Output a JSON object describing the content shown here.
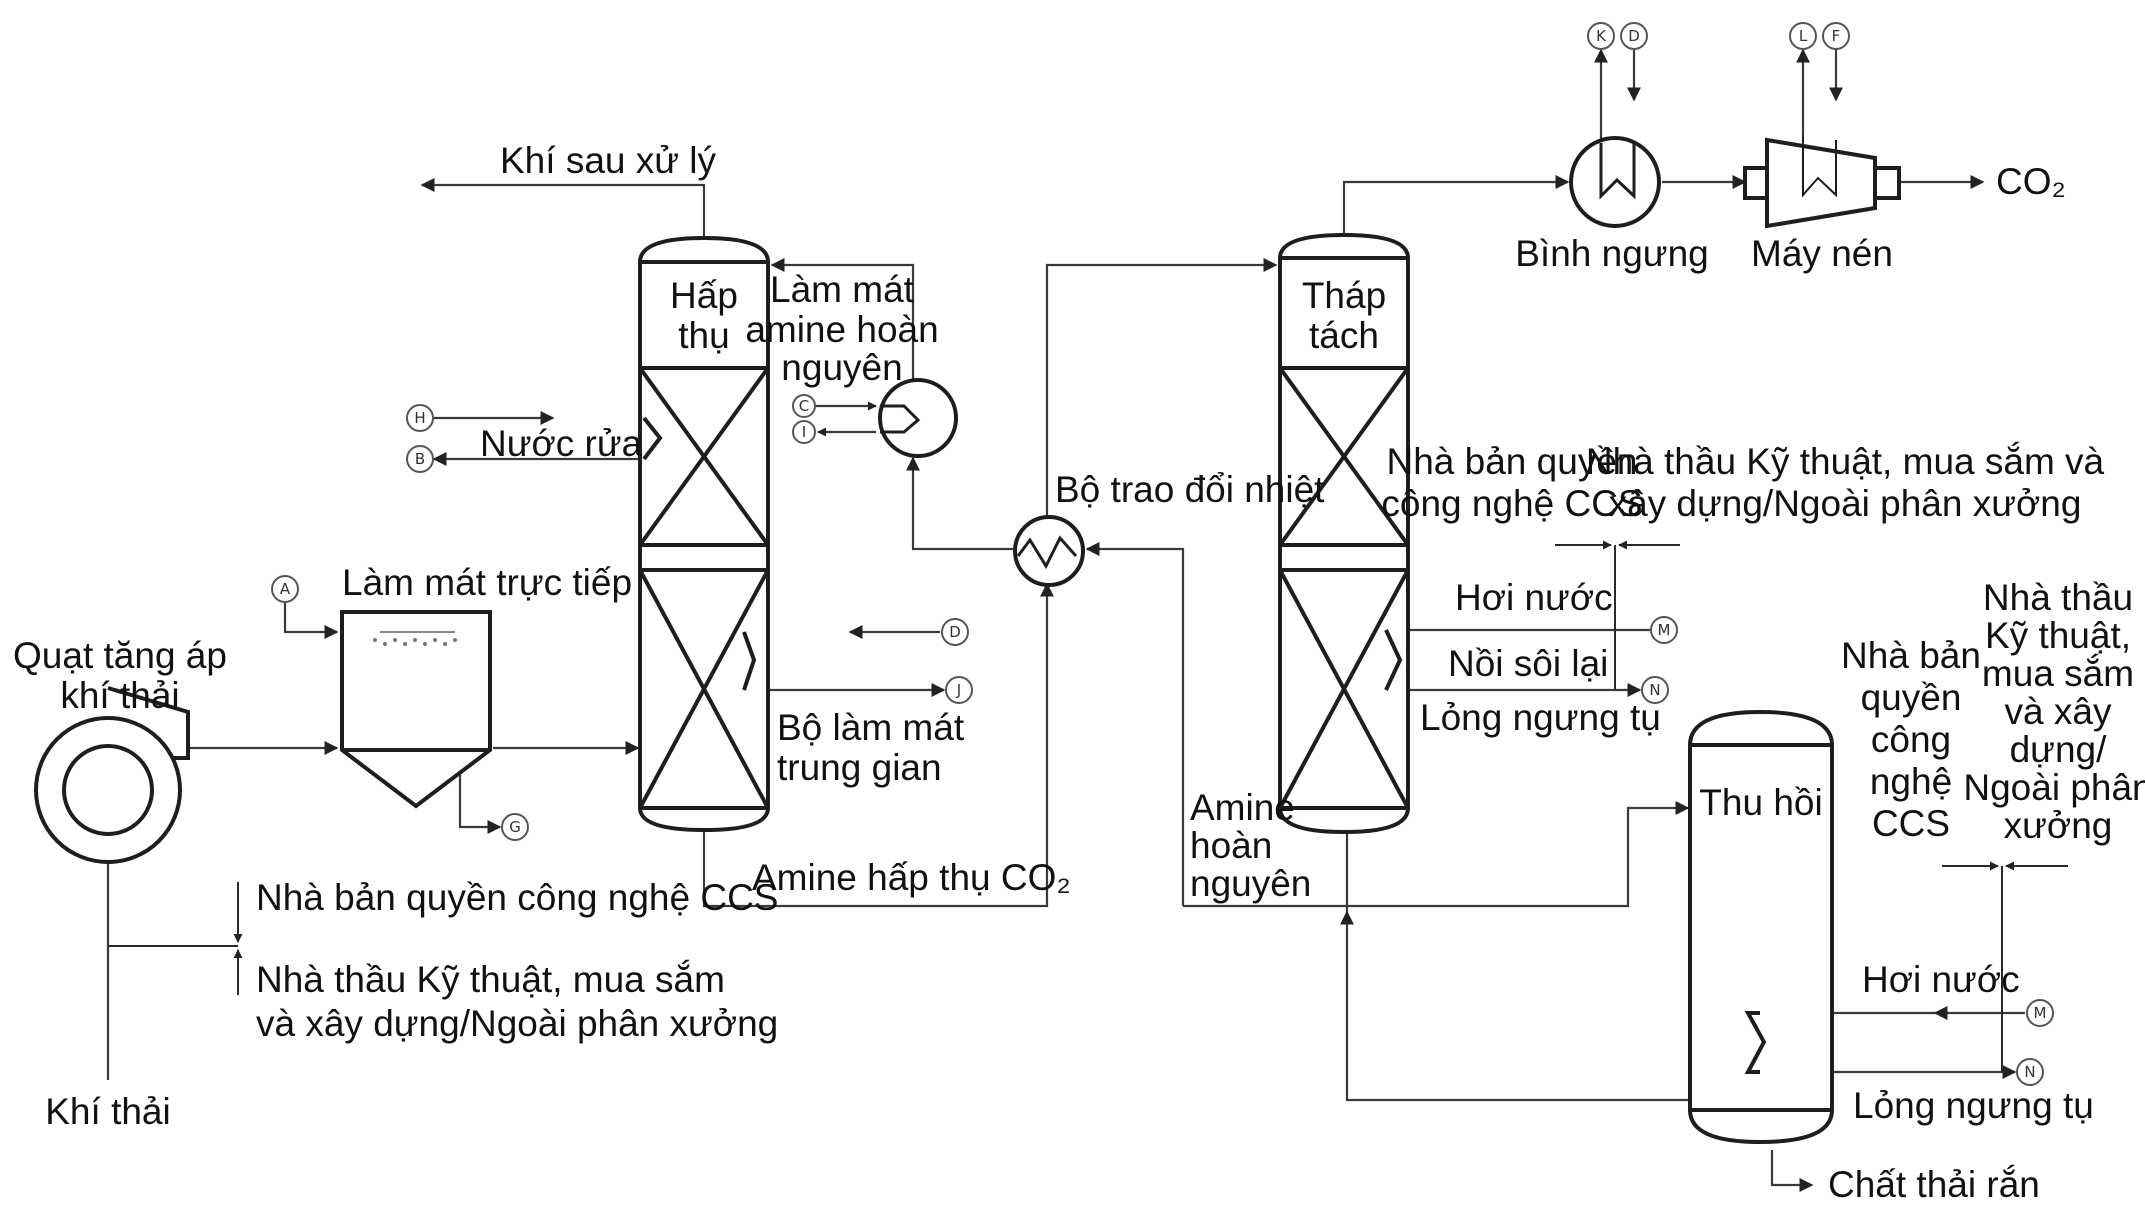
{
  "labels": {
    "treated_gas": "Khí sau xử lý",
    "absorber_line1": "Hấp",
    "absorber_line2": "thụ",
    "lean_cool_line1": "Làm mát",
    "lean_cool_line2": "amine hoàn",
    "lean_cool_line3": "nguyên",
    "wash_water": "Nước rửa",
    "direct_cooling": "Làm mát trực tiếp",
    "booster_fan_line1": "Quạt tăng áp",
    "booster_fan_line2": "khí thải",
    "intercooler_line1": "Bộ làm mát",
    "intercooler_line2": "trung gian",
    "rich_amine": "Amine hấp thụ CO₂",
    "heat_exchanger": "Bộ trao đổi nhiệt",
    "stripper_line1": "Tháp",
    "stripper_line2": "tách",
    "condenser": "Bình ngưng",
    "compressor": "Máy nén",
    "co2": "CO₂",
    "ccs_licensor_line1": "Nhà bản quyền",
    "ccs_licensor_line2": "công nghệ CCS",
    "epc_line1": "Nhà thầu Kỹ thuật, mua sắm và",
    "epc_line2": "xây dựng/Ngoài phân xưởng",
    "steam": "Hơi nước",
    "reboiler": "Nồi sôi lại",
    "condensate": "Lỏng ngưng tụ",
    "lean_amine_line1": "Amine",
    "lean_amine_line2": "hoàn",
    "lean_amine_line3": "nguyên",
    "reclaimer": "Thu hồi",
    "right_licensor_line1": "Nhà bản",
    "right_licensor_line2": "quyền",
    "right_licensor_line3": "công",
    "right_licensor_line4": "nghệ",
    "right_licensor_line5": "CCS",
    "right_epc_line1": "Nhà thầu",
    "right_epc_line2": "Kỹ thuật,",
    "right_epc_line3": "mua sắm",
    "right_epc_line4": "và xây",
    "right_epc_line5": "dựng/",
    "right_epc_line6": "Ngoài phân",
    "right_epc_line7": "xưởng",
    "steam_2": "Hơi nước",
    "condensate_2": "Lỏng ngưng tụ",
    "solid_waste": "Chất thải rắn",
    "bottom_licensor": "Nhà bản quyền công nghệ CCS",
    "bottom_epc_line1": "Nhà thầu Kỹ thuật, mua sắm",
    "bottom_epc_line2": "và xây dựng/Ngoài phân xưởng",
    "flue_gas": "Khí thải"
  },
  "connectors": {
    "K": "K",
    "D1": "D",
    "L": "L",
    "F": "F",
    "H": "H",
    "B": "B",
    "C": "C",
    "I": "I",
    "A": "A",
    "G": "G",
    "D2": "D",
    "J": "J",
    "M1": "M",
    "N1": "N",
    "M2": "M",
    "N2": "N"
  }
}
